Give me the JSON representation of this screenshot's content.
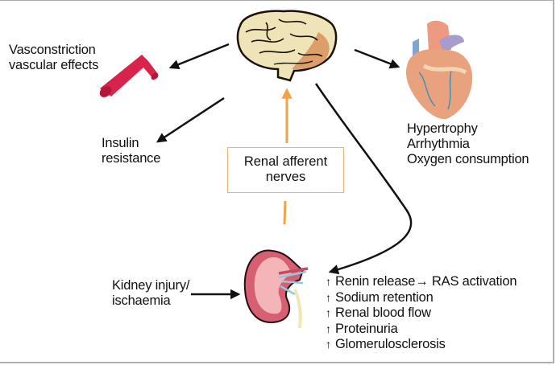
{
  "nodes": {
    "vasc": {
      "lines": [
        "Vasconstriction",
        "vascular effects"
      ]
    },
    "insulin": {
      "lines": [
        "Insulin",
        "resistance"
      ]
    },
    "heart": {
      "lines": [
        "Hypertrophy",
        "Arrhythmia",
        "Oxygen consumption"
      ]
    },
    "renal_box": {
      "lines": [
        "Renal afferent",
        "nerves"
      ]
    },
    "kidney_input": {
      "lines": [
        "Kidney injury/",
        "ischaemia"
      ]
    }
  },
  "kidney_effects": {
    "up_symbol": "↑",
    "items": [
      {
        "text": "Renin release",
        "arrow": "→",
        "result": "RAS activation"
      },
      {
        "text": "Sodium retention"
      },
      {
        "text": "Renal blood flow"
      },
      {
        "text": "Proteinuria"
      },
      {
        "text": "Glomerulosclerosis"
      }
    ]
  },
  "colors": {
    "arrow": "#111111",
    "afferent": "#f0a44a",
    "vessel": "#d8234a",
    "kidney": "#e07a86",
    "heart": "#e9a27e"
  },
  "images": [
    "brain-illustration",
    "heart-illustration",
    "blood-vessel-illustration",
    "kidney-illustration"
  ]
}
